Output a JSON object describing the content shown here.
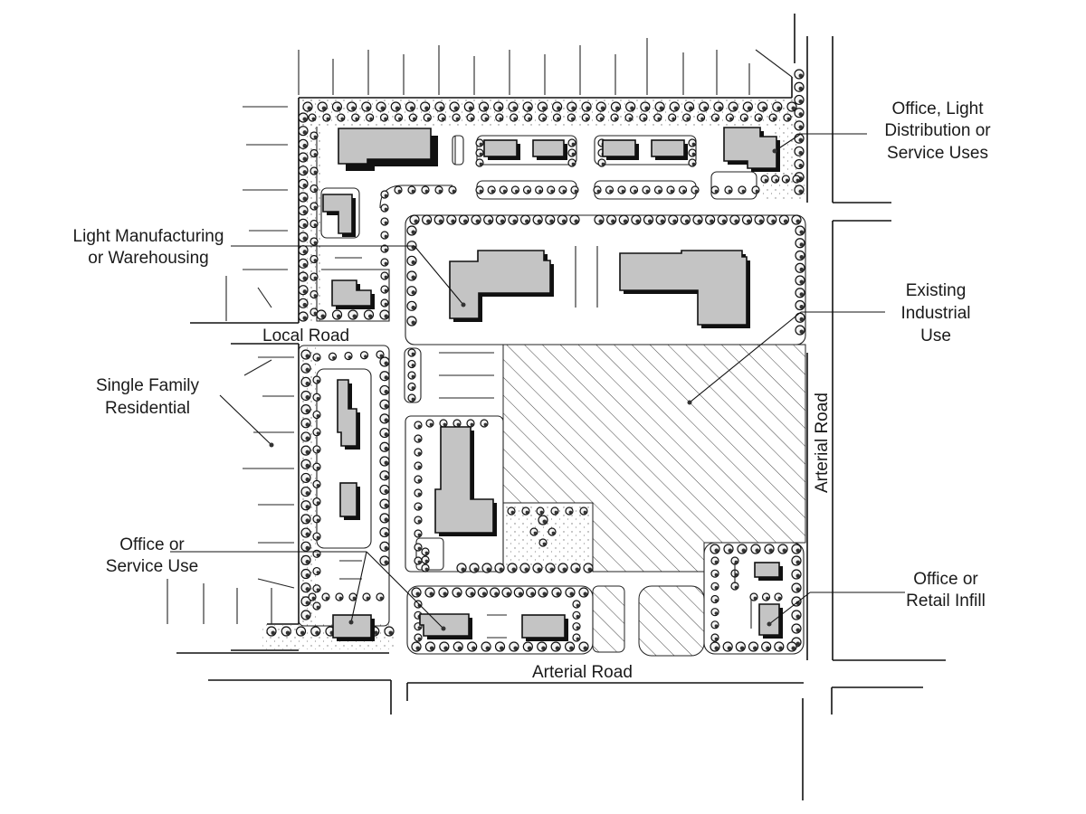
{
  "labels": {
    "office_light_distribution": [
      "Office, Light",
      "Distribution or",
      "Service Uses"
    ],
    "light_manufacturing": [
      "Light Manufacturing",
      "or Warehousing"
    ],
    "existing_industrial": [
      "Existing",
      "Industrial",
      "Use"
    ],
    "single_family": [
      "Single Family",
      "Residential"
    ],
    "office_service": [
      "Office or",
      "Service Use"
    ],
    "office_retail_infill": [
      "Office or",
      "Retail Infill"
    ]
  },
  "roads": {
    "local_road": "Local Road",
    "arterial_road_bottom": "Arterial Road",
    "arterial_road_right": "Arterial Road"
  }
}
